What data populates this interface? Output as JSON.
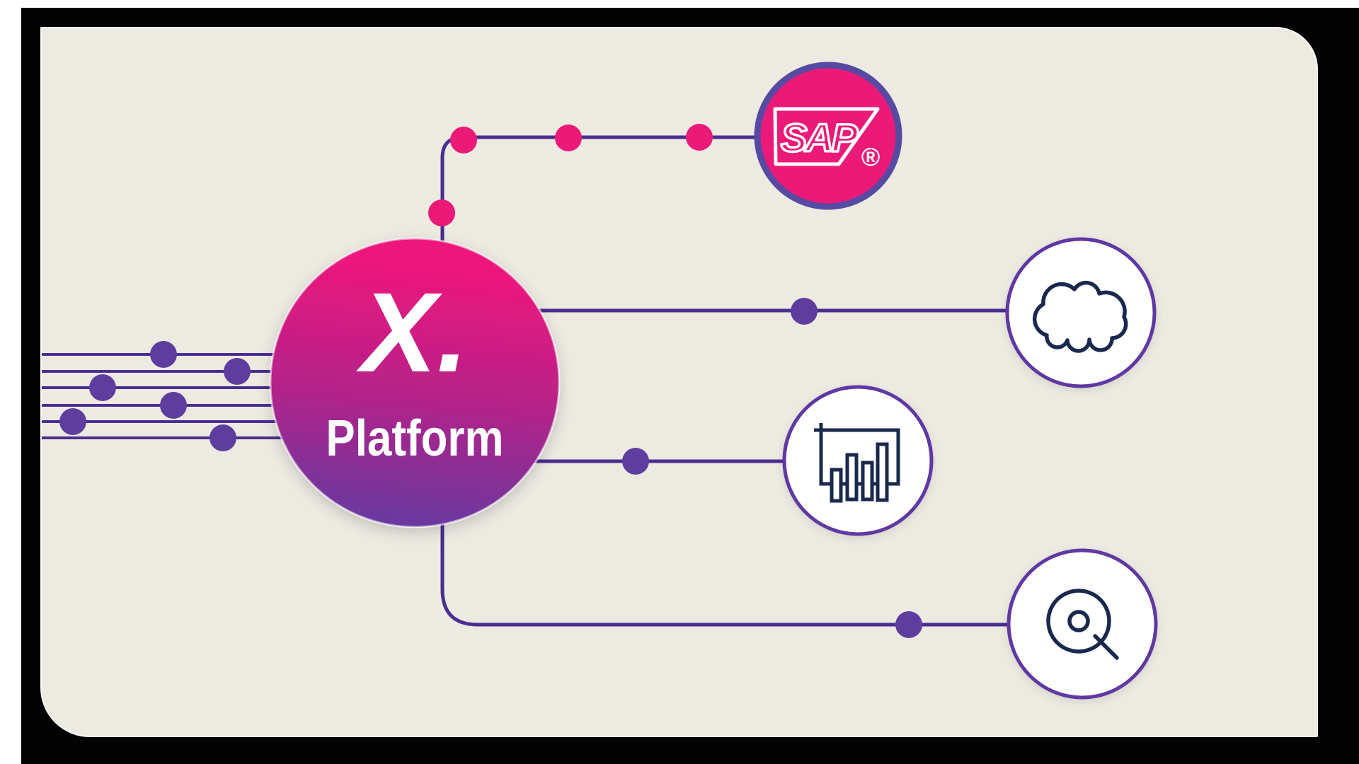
{
  "page": {
    "background": "#FFFFFF",
    "frame_color": "#030303",
    "card_background": "#ECEAE1"
  },
  "palette": {
    "connector_line": "#4A2E8F",
    "dot_purple": "#5E3D9E",
    "dot_pink": "#EB1A78",
    "node_fill_white": "#FFFFFF",
    "node_border_purple": "#6139A3",
    "sap_circle_fill": "#EB1A78",
    "sap_circle_border": "#564AA2",
    "icon_stroke": "#19294E",
    "platform_gradient_top": "#EE177C",
    "platform_gradient_mid": "#B52289",
    "platform_gradient_bottom": "#5F3CA3"
  },
  "platform": {
    "logo_text": "X.",
    "label": "Platform"
  },
  "nodes": {
    "sap": {
      "label": "SAP",
      "registered_mark": "®",
      "icon": "sap-logo-icon"
    },
    "cloud": {
      "icon": "cloud-icon"
    },
    "analytics": {
      "icon": "bar-chart-icon"
    },
    "search": {
      "icon": "search-icon"
    }
  }
}
